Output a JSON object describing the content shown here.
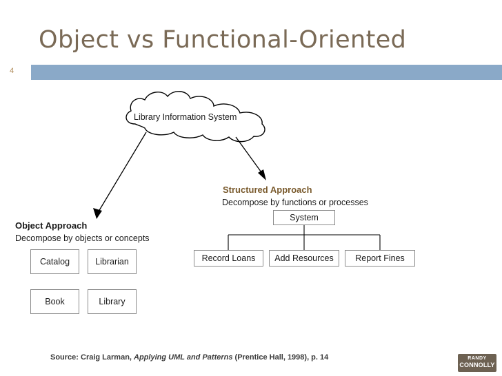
{
  "slide": {
    "title": "Object vs Functional-Oriented",
    "number": "4",
    "accent_color": "#8aa9c8",
    "title_color": "#7a6a56"
  },
  "diagram": {
    "cloud_label": "Library Information System",
    "object_branch": {
      "title": "Object Approach",
      "subtitle": "Decompose by objects or concepts",
      "nodes": [
        "Catalog",
        "Librarian",
        "Book",
        "Library"
      ]
    },
    "structured_branch": {
      "title": "Structured Approach",
      "subtitle": "Decompose by functions or processes",
      "root": "System",
      "nodes": [
        "Record Loans",
        "Add Resources",
        "Report Fines"
      ]
    }
  },
  "source": {
    "prefix": "Source: Craig Larman, ",
    "italic": "Applying UML and Patterns",
    "suffix": " (Prentice Hall, 1998), p. 14"
  },
  "logo": {
    "line1": "RANDY",
    "line2": "CONNOLLY"
  }
}
